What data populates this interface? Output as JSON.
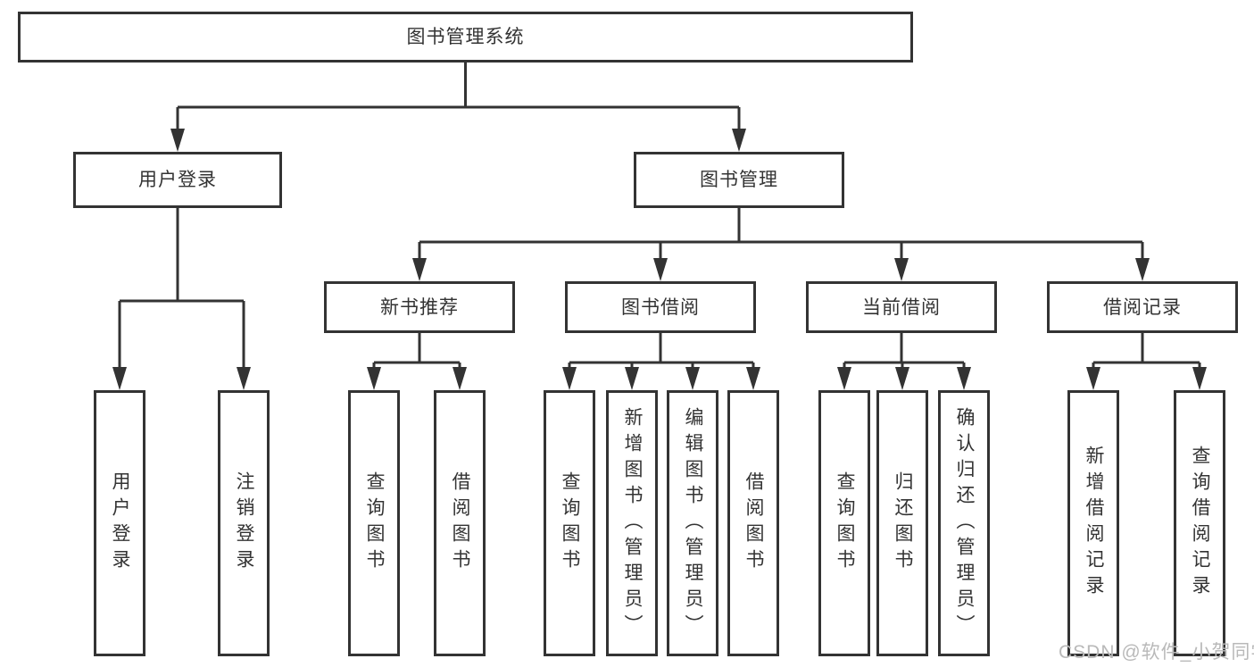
{
  "diagram": {
    "title": "图书管理系统",
    "root": {
      "label": "图书管理系统"
    },
    "branches": [
      {
        "label": "用户登录",
        "children": [
          {
            "label": "用户登录"
          },
          {
            "label": "注销登录"
          }
        ]
      },
      {
        "label": "图书管理"
      }
    ],
    "modules": [
      {
        "label": "新书推荐",
        "children": [
          {
            "label": "查询图书"
          },
          {
            "label": "借阅图书"
          }
        ]
      },
      {
        "label": "图书借阅",
        "children": [
          {
            "label": "查询图书"
          },
          {
            "label": "新增图书（管理员）"
          },
          {
            "label": "编辑图书（管理员）"
          },
          {
            "label": "借阅图书"
          }
        ]
      },
      {
        "label": "当前借阅",
        "children": [
          {
            "label": "查询图书"
          },
          {
            "label": "归还图书"
          },
          {
            "label": "确认归还（管理员）"
          }
        ]
      },
      {
        "label": "借阅记录",
        "children": [
          {
            "label": "新增借阅记录"
          },
          {
            "label": "查询借阅记录"
          }
        ]
      }
    ]
  },
  "watermark": {
    "text": "CSDN @软件_小贺同学"
  },
  "colors": {
    "line": "#333333",
    "box_border": "#333333",
    "box_fill": "#ffffff",
    "text": "#333333",
    "watermark": "#b9b9b9",
    "background": "#ffffff"
  }
}
